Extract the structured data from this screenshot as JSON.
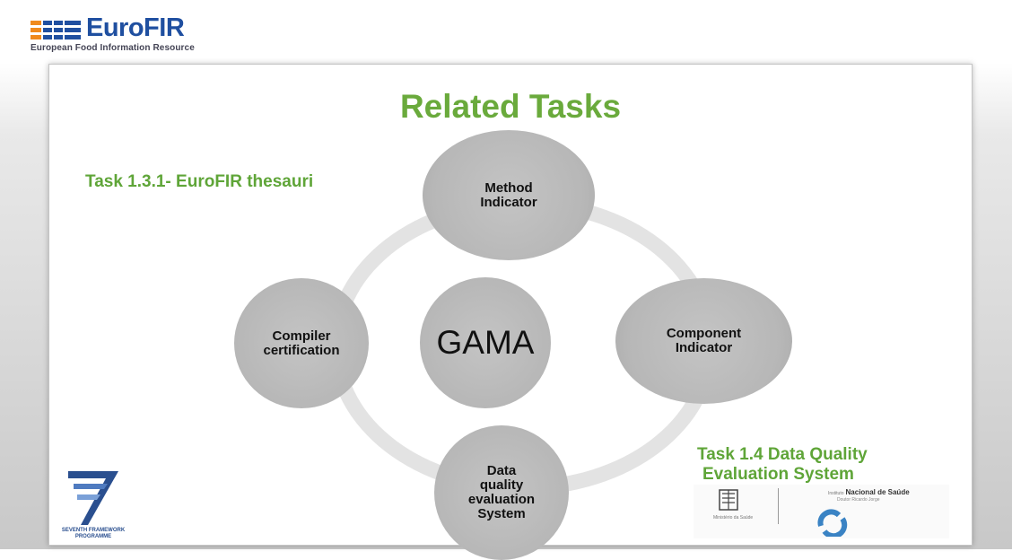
{
  "header": {
    "logo_name": "EuroFIR",
    "logo_subtitle": "European Food Information Resource"
  },
  "slide": {
    "title": "Related Tasks",
    "center_node": "GAMA",
    "nodes": {
      "top": "Method\nIndicator",
      "right": "Component\nIndicator",
      "bottom": "Data\nquality\nevaluation\nSystem",
      "left": "Compiler\ncertification"
    },
    "task_left": "Task 1.3.1- EuroFIR thesauri",
    "task_right_line1": "Task 1.4 Data Quality",
    "task_right_line2": "Evaluation System"
  },
  "footer_logos": {
    "fp7_text": "SEVENTH FRAMEWORK\nPROGRAMME",
    "insa_prefix": "Instituto",
    "insa_name": "Nacional de Saúde",
    "insa_sub": "Doutor Ricardo Jorge",
    "ministry": "Ministério da Saúde"
  },
  "colors": {
    "accent_green": "#6aaa3c",
    "brand_blue": "#1f4fa0",
    "node_gray": "#b7b7b7",
    "ring_gray": "#e3e3e3"
  }
}
